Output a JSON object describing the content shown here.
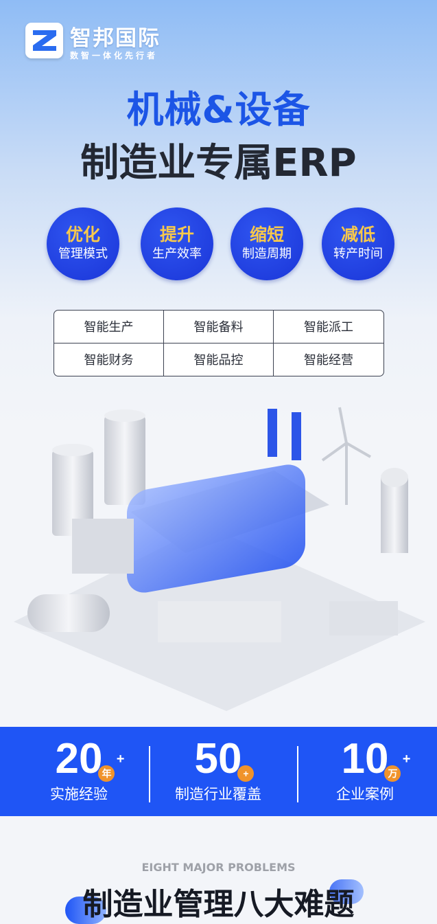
{
  "brand": {
    "name": "智邦国际",
    "tagline": "数智一体化先行者",
    "logo_letter": "Z"
  },
  "hero": {
    "title_line1": "机械&设备",
    "title_line2": "制造业专属ERP"
  },
  "benefits": [
    {
      "highlight": "优化",
      "text": "管理模式"
    },
    {
      "highlight": "提升",
      "text": "生产效率"
    },
    {
      "highlight": "缩短",
      "text": "制造周期"
    },
    {
      "highlight": "减低",
      "text": "转产时间"
    }
  ],
  "features": [
    "智能生产",
    "智能备料",
    "智能派工",
    "智能财务",
    "智能品控",
    "智能经营"
  ],
  "stats": [
    {
      "number": "20",
      "badge": "年",
      "plus": "+",
      "label": "实施经验"
    },
    {
      "number": "50",
      "badge": "+",
      "plus": "",
      "label": "制造行业覆盖"
    },
    {
      "number": "10",
      "badge": "万",
      "plus": "+",
      "label": "企业案例"
    }
  ],
  "section": {
    "eyebrow": "EIGHT MAJOR PROBLEMS",
    "title": "制造业管理八大难题"
  },
  "colors": {
    "accent": "#1f55f5",
    "gold": "#f7c84c",
    "badge": "#f0932b"
  }
}
